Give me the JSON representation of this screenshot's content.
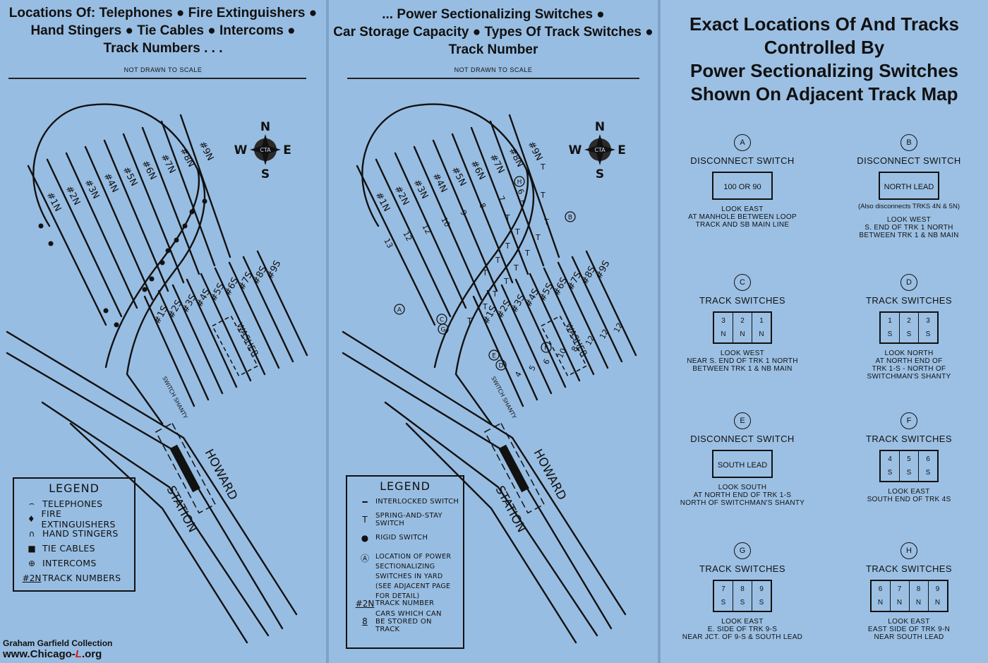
{
  "left": {
    "header": [
      "Locations Of: Telephones ● Fire Extinguishers ●",
      "Hand Stingers ● Tie Cables ● Intercoms ●",
      "Track Numbers . . ."
    ],
    "note": "NOT DRAWN TO SCALE",
    "tracks_n": [
      "#1N",
      "#2N",
      "#3N",
      "#4N",
      "#5N",
      "#6N",
      "#7N",
      "#8N",
      "#9N"
    ],
    "tracks_s": [
      "#1S",
      "#2S",
      "#3S",
      "#4S",
      "#5S",
      "#6S",
      "#7S",
      "#8S",
      "#9S"
    ],
    "washer": "WASHER",
    "shanty": "SWITCH SHANTY",
    "howard": "HOWARD",
    "station": "STATION",
    "legend": {
      "title": "LEGEND",
      "items": [
        {
          "sym": "⌢",
          "label": "TELEPHONES"
        },
        {
          "sym": "♦",
          "label": "FIRE EXTINGUISHERS"
        },
        {
          "sym": "∩",
          "label": "HAND STINGERS"
        },
        {
          "sym": "■",
          "label": "TIE CABLES"
        },
        {
          "sym": "⊕",
          "label": "INTERCOMS"
        },
        {
          "sym": "#2N",
          "label": "TRACK NUMBERS"
        }
      ]
    }
  },
  "mid": {
    "header": [
      "... Power Sectionalizing Switches ●",
      "Car Storage Capacity ● Types Of Track Switches ●",
      "Track Number"
    ],
    "note": "NOT DRAWN TO SCALE",
    "tracks_n": [
      "#1N",
      "#2N",
      "#3N",
      "#4N",
      "#5N",
      "#6N",
      "#7N",
      "#8N",
      "#9N"
    ],
    "tracks_s": [
      "#1S",
      "#2S",
      "#3S",
      "#4S",
      "#5S",
      "#6S",
      "#7S",
      "#8S",
      "#9S"
    ],
    "capacity_n": [
      "13",
      "12",
      "12",
      "10",
      "9",
      "8",
      "7",
      "6"
    ],
    "capacity_s": [
      "4",
      "5",
      "6",
      "10",
      "8",
      "12",
      "12",
      "12"
    ],
    "washer": "WASHER",
    "shanty": "SWITCH SHANTY",
    "howard": "HOWARD",
    "station": "STATION",
    "markers": [
      "A",
      "B",
      "C",
      "D",
      "E",
      "F",
      "G",
      "H"
    ],
    "legend": {
      "title": "LEGEND",
      "items": [
        {
          "sym": "━",
          "label": "INTERLOCKED SWITCH"
        },
        {
          "sym": "T",
          "label": "SPRING-AND-STAY SWITCH"
        },
        {
          "sym": "●",
          "label": "RIGID SWITCH"
        },
        {
          "sym": "Ⓐ",
          "label": "LOCATION OF POWER SECTIONALIZING SWITCHES IN YARD (SEE ADJACENT PAGE FOR DETAIL)"
        },
        {
          "sym": "#2N",
          "label": "TRACK NUMBER"
        },
        {
          "sym": "8",
          "label": "CARS WHICH CAN BE STORED ON TRACK"
        }
      ]
    }
  },
  "compass": {
    "n": "N",
    "s": "S",
    "e": "E",
    "w": "W",
    "center": "CTA"
  },
  "right": {
    "title": [
      "Exact Locations Of And Tracks",
      "Controlled By",
      "Power Sectionalizing Switches",
      "Shown On Adjacent Track Map"
    ],
    "switches": [
      {
        "id": "A",
        "name": "DISCONNECT SWITCH",
        "box": "100 OR 90",
        "pre": "",
        "note": [
          "LOOK EAST",
          "AT MANHOLE BETWEEN LOOP",
          "TRACK AND SB MAIN LINE"
        ]
      },
      {
        "id": "B",
        "name": "DISCONNECT SWITCH",
        "box": "NORTH LEAD",
        "pre": "(Also disconnects   TRKS 4N & 5N)",
        "note": [
          "LOOK WEST",
          "S. END OF TRK 1 NORTH",
          "BETWEEN TRK 1 & NB MAIN"
        ]
      },
      {
        "id": "C",
        "name": "TRACK SWITCHES",
        "cells": [
          [
            "3",
            "N"
          ],
          [
            "2",
            "N"
          ],
          [
            "1",
            "N"
          ]
        ],
        "pre": "",
        "note": [
          "LOOK WEST",
          "NEAR S. END OF TRK 1 NORTH",
          "BETWEEN TRK 1 & NB MAIN"
        ]
      },
      {
        "id": "D",
        "name": "TRACK SWITCHES",
        "cells": [
          [
            "1",
            "S"
          ],
          [
            "2",
            "S"
          ],
          [
            "3",
            "S"
          ]
        ],
        "pre": "",
        "note": [
          "LOOK NORTH",
          "AT NORTH END  OF",
          "TRK 1-S - NORTH OF",
          "SWITCHMAN'S SHANTY"
        ]
      },
      {
        "id": "E",
        "name": "DISCONNECT SWITCH",
        "box": "SOUTH LEAD",
        "pre": "",
        "note": [
          "LOOK SOUTH",
          "AT NORTH END OF TRK 1-S",
          "NORTH OF SWITCHMAN'S SHANTY"
        ]
      },
      {
        "id": "F",
        "name": "TRACK SWITCHES",
        "cells": [
          [
            "4",
            "S"
          ],
          [
            "5",
            "S"
          ],
          [
            "6",
            "S"
          ]
        ],
        "pre": "",
        "note": [
          "LOOK  EAST",
          "SOUTH END OF TRK 4S"
        ]
      },
      {
        "id": "G",
        "name": "TRACK SWITCHES",
        "cells": [
          [
            "7",
            "S"
          ],
          [
            "8",
            "S"
          ],
          [
            "9",
            "S"
          ]
        ],
        "pre": "",
        "note": [
          "LOOK  EAST",
          "E. SIDE OF TRK 9-S",
          "NEAR JCT. OF 9-S & SOUTH LEAD"
        ]
      },
      {
        "id": "H",
        "name": "TRACK SWITCHES",
        "cells": [
          [
            "6",
            "N"
          ],
          [
            "7",
            "N"
          ],
          [
            "8",
            "N"
          ],
          [
            "9",
            "N"
          ]
        ],
        "pre": "",
        "note": [
          "LOOK  EAST",
          "EAST SIDE OF TRK 9-N",
          "NEAR SOUTH LEAD"
        ]
      }
    ]
  },
  "credit": {
    "line1": "Graham Garfield Collection",
    "line2a": "www.Chicago-",
    "line2b": "L",
    "line2c": ".org"
  },
  "colors": {
    "paper": "#98bde2",
    "ink": "#111111",
    "accent": "#d21a1a"
  }
}
